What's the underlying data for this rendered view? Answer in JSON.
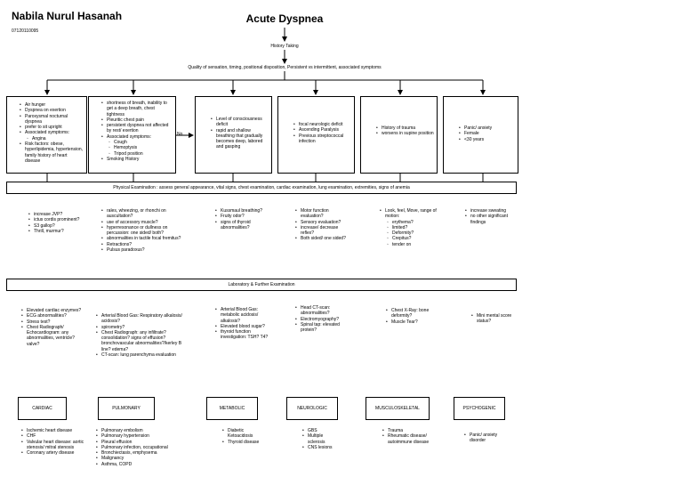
{
  "header": {
    "author": "Nabila Nurul Hasanah",
    "student_id": "07120110095",
    "title": "Acute Dyspnea"
  },
  "steps": {
    "history": "History Taking",
    "quality": "Quality of sensation, timing, positional disposition, Persistent vs intermittent, associated symptoms",
    "no_label": "No",
    "physical": "Physical Examination : assess general appearance, vital signs, chest examination, cardiac examination, lung examination, extremities, signs of anemia",
    "lab": "Laboratory & Further Examination"
  },
  "history_boxes": [
    {
      "items": [
        {
          "text": "Air hunger"
        },
        {
          "text": "Dyspnea on exertion"
        },
        {
          "text": "Paroxysmal nocturnal dyspnea"
        },
        {
          "text": "prefer to sit upright"
        },
        {
          "text": "Associated symptoms:",
          "sub": [
            "Angina"
          ]
        },
        {
          "text": "Risk factors: obese, hyperlipidemia, hypertension, family history of heart disease"
        }
      ]
    },
    {
      "items": [
        {
          "text": "shortness of breath, inability to get a deep breath, chest tightness"
        },
        {
          "text": "Pleuritic chest pain"
        },
        {
          "text": "persistent dyspnea not affected by rest/ exertion"
        },
        {
          "text": "Associated symptoms:",
          "sub": [
            "Cough",
            "Hemoptysis",
            "Tripod position"
          ]
        },
        {
          "text": "Smoking History"
        }
      ]
    },
    {
      "items": [
        {
          "text": "Level of consciousness deficit"
        },
        {
          "text": "rapid and shallow breathing that gradually becomes deep, labored and gasping"
        }
      ]
    },
    {
      "items": [
        {
          "text": "focal neurologic deficit"
        },
        {
          "text": "Ascending Paralysis"
        },
        {
          "text": "Previous streptococcal infection"
        }
      ]
    },
    {
      "items": [
        {
          "text": "History of trauma"
        },
        {
          "text": "worsens in supine position"
        }
      ]
    },
    {
      "items": [
        {
          "text": "Panic/ anxiety"
        },
        {
          "text": "Female"
        },
        {
          "text": "<30 years"
        }
      ]
    }
  ],
  "exam_lists": [
    {
      "items": [
        {
          "text": "increase JVP?"
        },
        {
          "text": "ictus cordis prominent?"
        },
        {
          "text": "S3 gallop?"
        },
        {
          "text": "Thrill, murmur?"
        }
      ]
    },
    {
      "items": [
        {
          "text": "rales, wheezing, or rhonchi on auscultation?"
        },
        {
          "text": "use of accessory muscle?"
        },
        {
          "text": "hyperresonance or dullness on percussion: one sided/ both?"
        },
        {
          "text": "abnormalities in tactile focal fremitus?"
        },
        {
          "text": "Retractions?"
        },
        {
          "text": "Pulsus paradoxus?"
        }
      ]
    },
    {
      "items": [
        {
          "text": "Kussmaul breathing?"
        },
        {
          "text": "Fruity odor?"
        },
        {
          "text": "signs of thyroid abnormalities?"
        }
      ]
    },
    {
      "items": [
        {
          "text": "Motor function evaluation?"
        },
        {
          "text": "Sensory evaluation?"
        },
        {
          "text": "increase/ decrease reflex?"
        },
        {
          "text": "Both sided/ one sided?"
        }
      ]
    },
    {
      "items": [
        {
          "text": "Look, feel, Move, range of motion:",
          "sub": [
            "erythema?",
            "limited?",
            "Deformity?",
            "Crepitus?",
            "tender on"
          ]
        }
      ]
    },
    {
      "items": [
        {
          "text": "increase sweating"
        },
        {
          "text": "no other significant findings"
        }
      ]
    }
  ],
  "lab_lists": [
    {
      "items": [
        {
          "text": "Elevated cardiac enzymes?"
        },
        {
          "text": "ECG abnormalities?"
        },
        {
          "text": "Stress test?"
        },
        {
          "text": "Chest Radiograph/ Echocardiogram: any abnormalities, ventricle? valve?"
        }
      ]
    },
    {
      "items": [
        {
          "text": "Arterial Blood Gas: Respiratory alkalosis/ acidosis?"
        },
        {
          "text": "spirometry?"
        },
        {
          "text": "Chest Radiograph: any infiltrate? consolidation? signs of effusion? bronchovascular abnormalities?/kerley B line? edema?"
        },
        {
          "text": "CT-scan: lung parenchyma evaluation"
        }
      ]
    },
    {
      "items": [
        {
          "text": "Arterial Blood Gas: metabolic acidosis/ alkalosis?"
        },
        {
          "text": "Elevated blood sugar?"
        },
        {
          "text": "thyroid function investigation: TSH? T4?"
        }
      ]
    },
    {
      "items": [
        {
          "text": "Head CT-scan: abnormalities?"
        },
        {
          "text": "Electromyography?"
        },
        {
          "text": "Spinal tap: elevated protein?"
        }
      ]
    },
    {
      "items": [
        {
          "text": "Chest X-Ray: bone deformity?"
        },
        {
          "text": "Muscle Tear?"
        }
      ]
    },
    {
      "items": [
        {
          "text": "Mini mental score status?"
        }
      ]
    }
  ],
  "categories": [
    "CARDIAC",
    "PULMONARY",
    "METABOLIC",
    "NEUROLOGIC",
    "MUSCULOSKELETAL",
    "PSYCHOGENIC"
  ],
  "dx_lists": [
    {
      "items": [
        {
          "text": "Ischemic heart disease"
        },
        {
          "text": "CHF"
        },
        {
          "text": "Valvular heart disease: aortic stenosis/ mitral stenosis"
        },
        {
          "text": "Coronary artery disease"
        }
      ]
    },
    {
      "items": [
        {
          "text": "Pulmonary embolism"
        },
        {
          "text": "Pulmonary hypertension"
        },
        {
          "text": "Pleural effusion"
        },
        {
          "text": "Pulmonary infection, occupational"
        },
        {
          "text": "Bronchiectasis, emphysema"
        },
        {
          "text": "Malignancy"
        },
        {
          "text": "Asthma, COPD"
        }
      ]
    },
    {
      "items": [
        {
          "text": "Diabetic Ketoacidosis"
        },
        {
          "text": "Thyroid disease"
        }
      ]
    },
    {
      "items": [
        {
          "text": "GBS"
        },
        {
          "text": "Multiple sclerosis"
        },
        {
          "text": "CNS lesions"
        }
      ]
    },
    {
      "items": [
        {
          "text": "Trauma"
        },
        {
          "text": "Rheumatic disease/ autoimmune disease"
        }
      ]
    },
    {
      "items": [
        {
          "text": "Panic/ anxiety disorder"
        }
      ]
    }
  ]
}
